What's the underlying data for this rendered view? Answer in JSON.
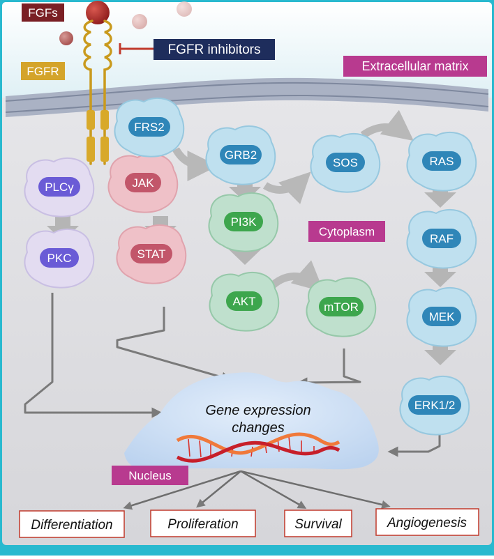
{
  "labels": {
    "fgfs": "FGFs",
    "fgfr": "FGFR",
    "fgfr_inhibitors": "FGFR inhibitors",
    "extracellular_matrix": "Extracellular matrix",
    "cytoplasm": "Cytoplasm",
    "nucleus": "Nucleus",
    "gene_expression_line1": "Gene expression",
    "gene_expression_line2": "changes"
  },
  "proteins": {
    "frs2": "FRS2",
    "grb2": "GRB2",
    "sos": "SOS",
    "ras": "RAS",
    "raf": "RAF",
    "mek": "MEK",
    "erk": "ERK1/2",
    "plcg": "PLCγ",
    "pkc": "PKC",
    "jak": "JAK",
    "stat": "STAT",
    "pi3k": "PI3K",
    "akt": "AKT",
    "mtor": "mTOR"
  },
  "outcomes": {
    "differentiation": "Differentiation",
    "proliferation": "Proliferation",
    "survival": "Survival",
    "angiogenesis": "Angiogenesis"
  },
  "colors": {
    "fgfs_tag": "#7a1f24",
    "fgfr_tag": "#d4a42a",
    "inhibitor_tag": "#1e2d5c",
    "compartment_tag": "#b83a8f",
    "purple_protein": "#6a5bd6",
    "red_protein": "#c2566a",
    "green_protein": "#3da64d",
    "blue_protein": "#2f86b8"
  }
}
